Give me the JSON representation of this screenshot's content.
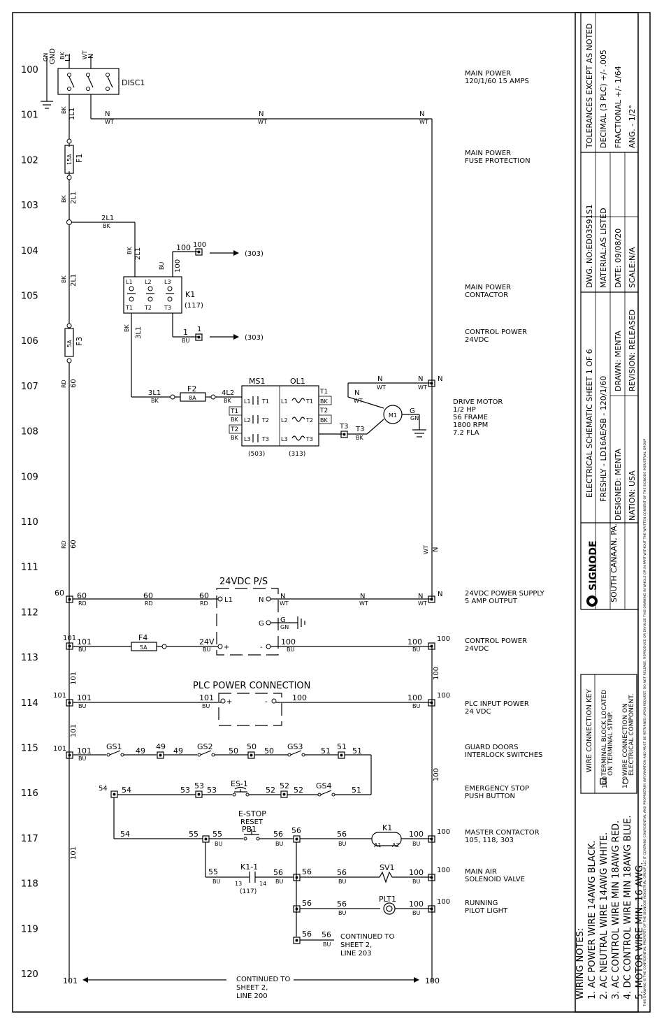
{
  "lines": [
    "100",
    "101",
    "102",
    "103",
    "104",
    "105",
    "106",
    "107",
    "108",
    "109",
    "110",
    "111",
    "112",
    "113",
    "114",
    "115",
    "116",
    "117",
    "118",
    "119",
    "120"
  ],
  "descriptions": [
    [
      "MAIN POWER",
      "120/1/60 15 AMPS"
    ],
    [
      "MAIN POWER",
      "FUSE PROTECTION"
    ],
    [
      "MAIN POWER",
      "CONTACTOR"
    ],
    [
      "CONTROL POWER",
      "24VDC"
    ],
    [
      "DRIVE MOTOR",
      "1/2 HP",
      "56 FRAME",
      "1800 RPM",
      "7.2 FLA"
    ],
    [
      "24VDC POWER SUPPLY",
      "5 AMP OUTPUT"
    ],
    [
      "CONTROL POWER",
      "24VDC"
    ],
    [
      "PLC INPUT POWER",
      "24 VDC"
    ],
    [
      "GUARD DOORS",
      "INTERLOCK SWITCHES"
    ],
    [
      "EMERGENCY STOP",
      "PUSH BUTTON"
    ],
    [
      "MASTER CONTACTOR",
      "105, 118, 303"
    ],
    [
      "MAIN AIR",
      "SOLENOID VALVE"
    ],
    [
      "RUNNING",
      "PILOT LIGHT"
    ]
  ],
  "components": {
    "disc": "DISC1",
    "k1": "K1",
    "k1_ref": "(117)",
    "f1": "F1",
    "f1_rating": "15A",
    "f2": "F2",
    "f2_rating": "8A",
    "f3": "F3",
    "f3_rating": "5A",
    "f4": "F4",
    "f4_rating": "5A",
    "ms1": "MS1",
    "ol1": "OL1",
    "ms1_ref": "(503)",
    "ol1_ref": "(313)",
    "motor": "M1",
    "ps": "24VDC P/S",
    "plc": "PLC POWER CONNECTION",
    "gs1": "GS1",
    "gs2": "GS2",
    "gs3": "GS3",
    "gs4": "GS4",
    "es": "ES-1",
    "pb_1": "E-STOP",
    "pb_2": "RESET",
    "pb_3": "PB1",
    "k11": "K1-1",
    "k11_ref": "(117)",
    "sv1": "SV1",
    "plt1": "PLT1"
  },
  "refs": {
    "to303a": "(303)",
    "to303b": "(303)"
  },
  "continued_left": [
    "CONTINUED TO",
    "SHEET 2,",
    "LINE 200"
  ],
  "continued_right": [
    "CONTINUED TO",
    "SHEET 2,",
    "LINE 203"
  ],
  "title_block": {
    "tolerances": [
      "TOLERANCES EXCEPT AS NOTED",
      "DECIMAL (3 PLC) +/- .005",
      "FRACTIONAL +/- 1/64",
      "ANG. - 1/2°"
    ],
    "dwg": "DWG. NO:ED03591S1",
    "material": "MATERIAL:AS LISTED",
    "date": "DATE: 09/08/20",
    "scale": "SCALE:N/A",
    "title1": "ELECTRICAL SCHEMATIC SHEET 1 OF 6",
    "title2": "FRESHLY - LD16AE/SB - 120/1/60",
    "drawn": "DRAWN: MENTA",
    "revision": "REVISION: RELEASED",
    "designed": "DESIGNED: MENTA",
    "nation": "NATION:  USA",
    "company": "SIGNODE",
    "location": "SOUTH CANAAN, PA.",
    "notice": "THIS DRAWING IS THE CONFIDENTIAL PROPERTY OF THE SIGNODE INDUSTRIAL GROUP LLC IT CONTAINS CONFIDENTIAL AND PROPRIETARY INFORMATION AND MUST BE RETURNED UPON REQUEST. DO NOT RELEASE, REPRODUCE OR DIVULGE THIS DRAWING IN WHOLE OR IN PART WITHOUT THE WRITTEN CONSENT OF THE SIGNODE INDUSTRIAL GROUP"
  },
  "key": {
    "title": "WIRE CONNECTION KEY",
    "item1": [
      "TERMINAL BLOCK LOCATED",
      "ON TERMINAL STRIP."
    ],
    "item2": [
      "WIRE CONNECTION ON",
      "ELECTRICAL COMPONENT."
    ],
    "num": "100"
  },
  "notes": [
    "WIRING NOTES:",
    "1. AC POWER WIRE 14AWG BLACK.",
    "2. AC NEUTRAL WIRE 14AWG WHITE.",
    "3. AC CONTROL WIRE MIN 18AWG RED.",
    "4. DC CONTROL WIRE MIN 18AWG BLUE.",
    "5. MOTOR WIRE MIN. 16 AWG."
  ]
}
